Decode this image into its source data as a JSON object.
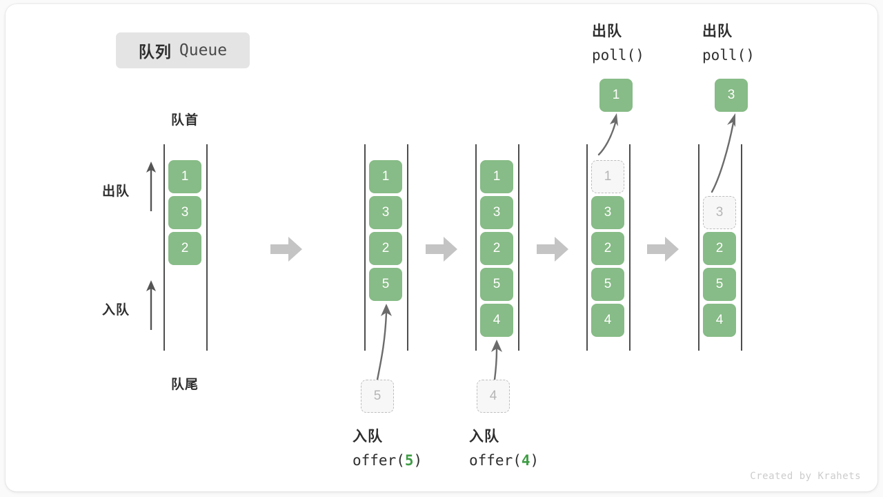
{
  "title": {
    "cn": "队列",
    "en": "Queue"
  },
  "labels": {
    "front": "队首",
    "rear": "队尾",
    "dequeue": "出队",
    "enqueue": "入队"
  },
  "colors": {
    "cell_fill": "#87bb87",
    "cell_text": "#ffffff",
    "ghost_fill": "#f7f7f7",
    "ghost_border": "#bdbdbd",
    "ghost_text": "#b5b5b5",
    "rail": "#4d4d4d",
    "step_arrow": "#c4c4c4",
    "curve_arrow": "#6b6b6b",
    "accent_green": "#3f9c45",
    "badge_bg": "#e4e4e4",
    "text": "#2e2e2e"
  },
  "columns": [
    {
      "name": "initial",
      "cells": [
        "1",
        "3",
        "2"
      ]
    },
    {
      "name": "after-offer-5",
      "cells": [
        "1",
        "3",
        "2",
        "5"
      ]
    },
    {
      "name": "after-offer-4",
      "cells": [
        "1",
        "3",
        "2",
        "5",
        "4"
      ]
    },
    {
      "name": "poll-1",
      "cells": [
        "1",
        "3",
        "2",
        "5",
        "4"
      ],
      "ghost_index": 0
    },
    {
      "name": "poll-3",
      "cells": [
        "",
        "3",
        "2",
        "5",
        "4"
      ],
      "ghost_index": 1
    }
  ],
  "operations": {
    "offer5": {
      "line1": "入队",
      "fn_pre": "offer(",
      "fn_num": "5",
      "fn_post": ")",
      "ghost_value": "5"
    },
    "offer4": {
      "line1": "入队",
      "fn_pre": "offer(",
      "fn_num": "4",
      "fn_post": ")",
      "ghost_value": "4"
    },
    "poll1": {
      "line1": "出队",
      "line2": "poll()",
      "result": "1"
    },
    "poll3": {
      "line1": "出队",
      "line2": "poll()",
      "result": "3"
    }
  },
  "watermark": "Created by Krahets"
}
